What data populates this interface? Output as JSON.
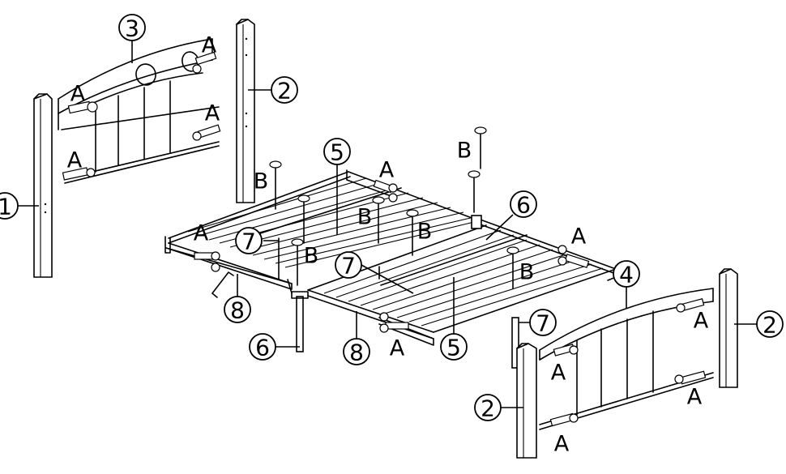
{
  "parts": {
    "headboard_post_left": "1",
    "post_generic": "2",
    "headboard_panel": "3",
    "footboard_panel": "4",
    "center_rail": "5",
    "center_leg": "6",
    "slat_support": "7",
    "side_rail": "8"
  },
  "hardware": {
    "bolt_a": "A",
    "bolt_b": "B"
  }
}
